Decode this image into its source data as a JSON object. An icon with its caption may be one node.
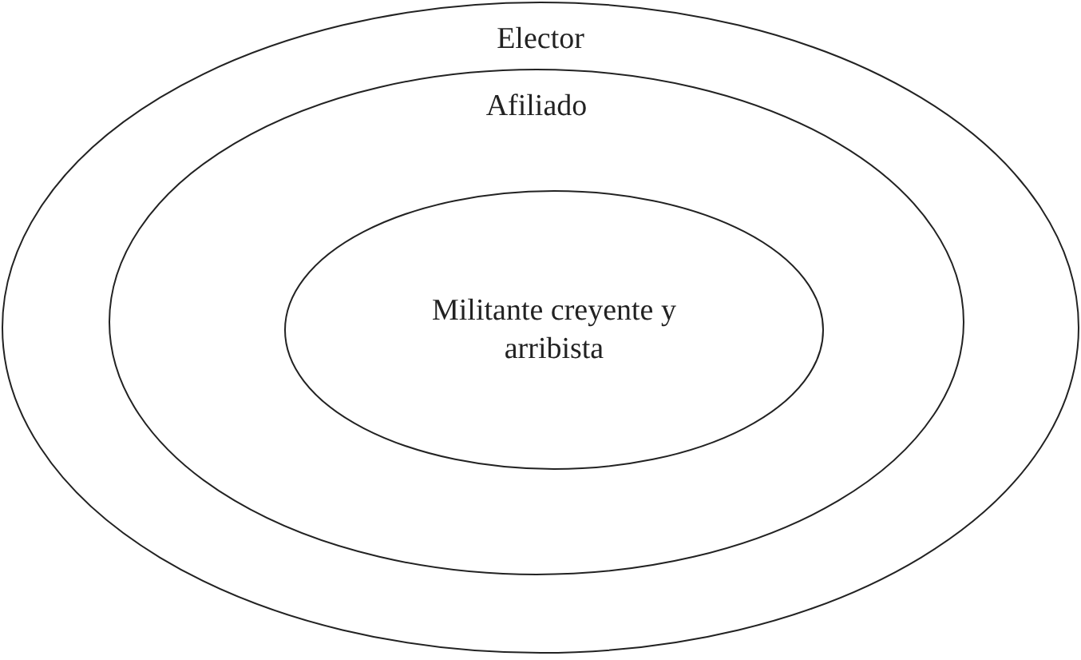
{
  "diagram": {
    "nodes": [
      {
        "text": [
          "Elector"
        ]
      },
      {
        "text": [
          "Afiliado"
        ],
        "in": 0
      },
      {
        "text": [
          "Militante creyente y arribista"
        ],
        "in": 1
      }
    ]
  }
}
